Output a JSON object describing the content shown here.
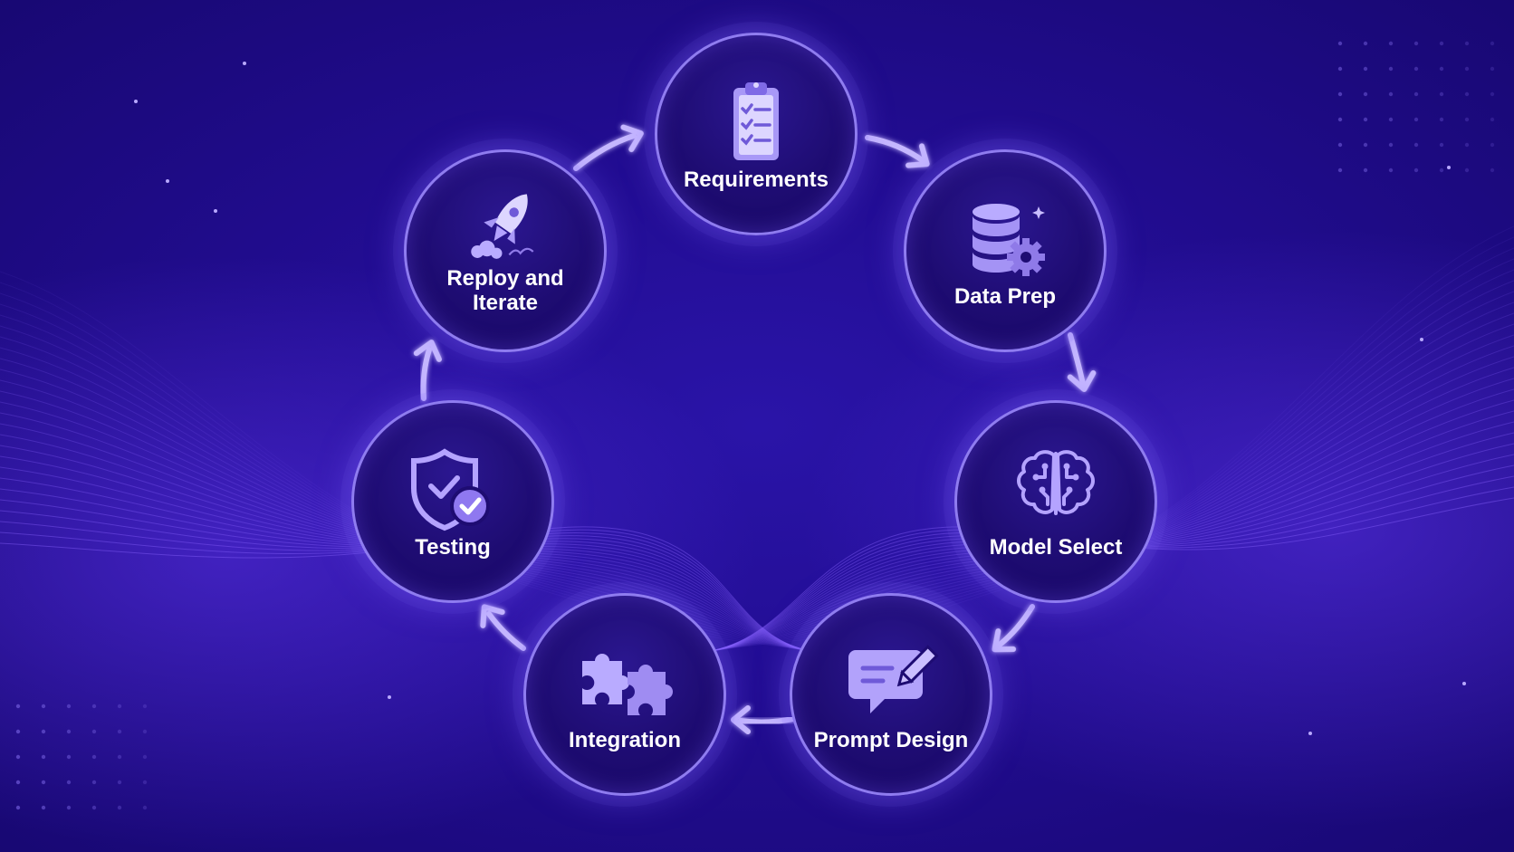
{
  "steps": [
    {
      "label": "Requirements",
      "icon": "clipboard-checklist-icon"
    },
    {
      "label": "Data Prep",
      "icon": "database-gear-icon"
    },
    {
      "label": "Model Select",
      "icon": "brain-circuit-icon"
    },
    {
      "label": "Prompt Design",
      "icon": "chat-pencil-icon"
    },
    {
      "label": "Integration",
      "icon": "puzzle-icon"
    },
    {
      "label": "Testing",
      "icon": "shield-check-icon"
    },
    {
      "label": "Reploy and\nIterate",
      "icon": "rocket-icon"
    }
  ],
  "colors": {
    "background": "#220d92",
    "node_fill": "#1e0c72",
    "node_border": "#8f7cf0",
    "icon_fill": "#b4a3ff",
    "arrow": "#c6b8ff",
    "label": "#ffffff"
  }
}
